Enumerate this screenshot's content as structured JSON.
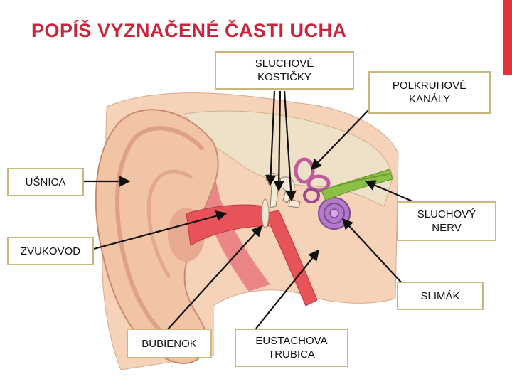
{
  "title": "POPÍŠ VYZNAČENÉ ČASTI UCHA",
  "labels": {
    "ossicles": "SLUCHOVÉ\nKOSTIČKY",
    "canals": "POLKRUHOVÉ\nKANÁLY",
    "auricle": "UŠNICA",
    "nerve": "SLUCHOVÝ\nNERV",
    "canal": "ZVUKOVOD",
    "cochlea": "SLIMÁK",
    "eardrum": "BUBIENOK",
    "eustachian": "EUSTACHOVA\nTRUBICA"
  },
  "colors": {
    "title": "#c8273b",
    "accent": "#e2333f",
    "label_border": "#c9b77f",
    "skin": "#f2c4a6",
    "skin_dark": "#d9907a",
    "canal_red": "#e8535a",
    "bone": "#f0dcc0",
    "cochlea": "#b27ac8",
    "nerve": "#8bbf45"
  }
}
